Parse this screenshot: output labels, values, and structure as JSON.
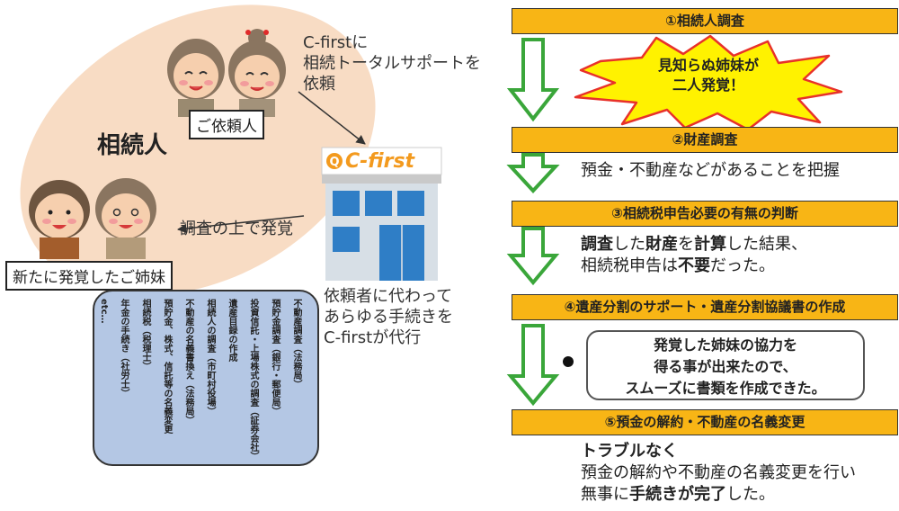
{
  "left": {
    "client_label": "ご依頼人",
    "heir_label": "相続人",
    "new_sisters_label": "新たに発覚したご姉妹",
    "request_text": [
      "C-firstに",
      "相続トータルサポートを",
      "依頼"
    ],
    "found_text": "調査の上で発覚",
    "agent_text": [
      "依頼者に代わって",
      "あらゆる手続きを",
      "C-firstが代行"
    ],
    "company_sign": "C-first",
    "tasks": [
      "不動産調査（法務局）",
      "預貯金調査（銀行・郵便局）",
      "投資信託・上場株式の調査（証券会社）",
      "遺産目録の作成",
      "相続人の調査（市町村役場）",
      "不動産の名義書換え（法務局）",
      "預貯金、株式、信託等の名義変更",
      "相続税（税理士）",
      "年金の手続き（社労士）",
      "etc…"
    ]
  },
  "right": {
    "step1": "①相続人調査",
    "burst_line1": "見知らぬ姉妹が",
    "burst_line2": "二人発覚！",
    "step2": "②財産調査",
    "step2_desc": "預金・不動産などがあることを把握",
    "step3": "③相続税申告必要の有無の判断",
    "step3_desc1_b1": "調査",
    "step3_desc1_t1": "した",
    "step3_desc1_b2": "財産",
    "step3_desc1_t2": "を",
    "step3_desc1_b3": "計算",
    "step3_desc1_t3": "した結果、",
    "step3_desc2_t1": "相続税申告は",
    "step3_desc2_b1": "不要",
    "step3_desc2_t2": "だった。",
    "step4": "④遺産分割のサポート・遺産分割協議書の作成",
    "callout_line1": "発覚した姉妹の協力を",
    "callout_line2": "得る事が出来たので、",
    "callout_line3": "スムーズに書類を作成できた。",
    "step5": "⑤預金の解約・不動産の名義変更",
    "step5_desc1": "トラブルなく",
    "step5_desc2": "預金の解約や不動産の名義変更を行い",
    "step5_desc3_t1": "無事に",
    "step5_desc3_b1": "手続きが完了",
    "step5_desc3_t2": "した。"
  },
  "colors": {
    "step_fill": "#f8b515",
    "arrow_green": "#3aa63a",
    "blob": "#f8dcc4",
    "task_box": "#b4c7e4",
    "burst_fill": "#fff200",
    "burst_stroke": "#e8312a"
  }
}
